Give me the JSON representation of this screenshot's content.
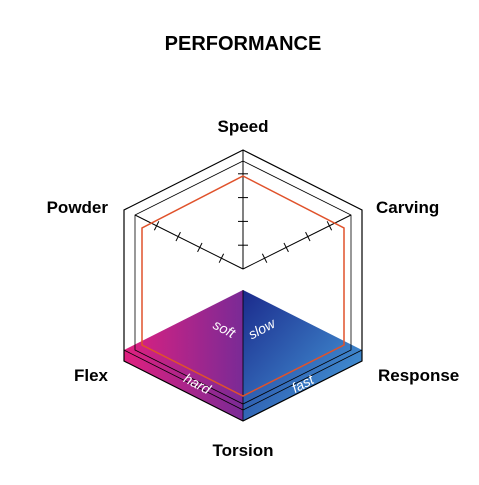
{
  "chart_data": {
    "type": "radar",
    "title": "PERFORMANCE",
    "axes": [
      "Speed",
      "Carving",
      "Response",
      "Torsion",
      "Flex",
      "Powder"
    ],
    "axis_max": 5,
    "tick_count": 4,
    "series": [
      {
        "values": [
          4.2,
          4.2,
          4.2,
          4.2,
          4.2,
          4.2
        ],
        "color": "#e0522b"
      }
    ],
    "faces": [
      {
        "axis_pair": [
          "Flex",
          "Torsion"
        ],
        "labels": [
          "soft",
          "hard"
        ],
        "gradient": [
          "#e0207f",
          "#7a2a96"
        ]
      },
      {
        "axis_pair": [
          "Torsion",
          "Response"
        ],
        "labels": [
          "slow",
          "fast"
        ],
        "gradient": [
          "#1b2a8c",
          "#4aa6e2"
        ]
      }
    ],
    "grid": true,
    "colors": {
      "frame": "#000000",
      "series": "#e0522b"
    }
  }
}
